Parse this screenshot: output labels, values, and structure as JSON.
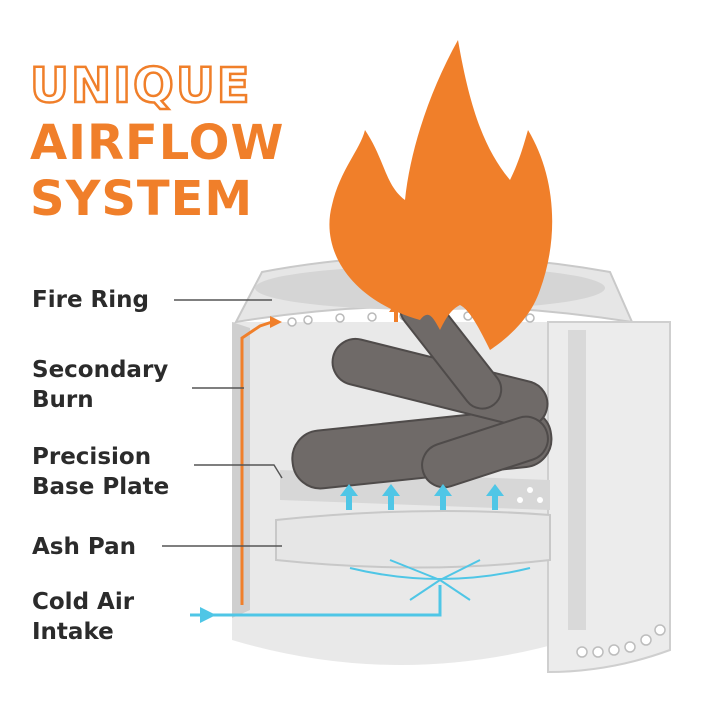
{
  "title": {
    "line1": "UNIQUE",
    "line2": "AIRFLOW",
    "line3": "SYSTEM"
  },
  "labels": {
    "fire_ring": "Fire Ring",
    "secondary_burn": [
      "Secondary",
      "Burn"
    ],
    "precision_base_plate": [
      "Precision",
      "Base Plate"
    ],
    "ash_pan": "Ash Pan",
    "cold_air_intake": [
      "Cold Air",
      "Intake"
    ]
  },
  "colors": {
    "accent_orange": "#f07f2a",
    "air_blue": "#4fc6e6",
    "steel": "#dcdcdc",
    "log": "#6f6a68",
    "text": "#2b2b2b"
  }
}
